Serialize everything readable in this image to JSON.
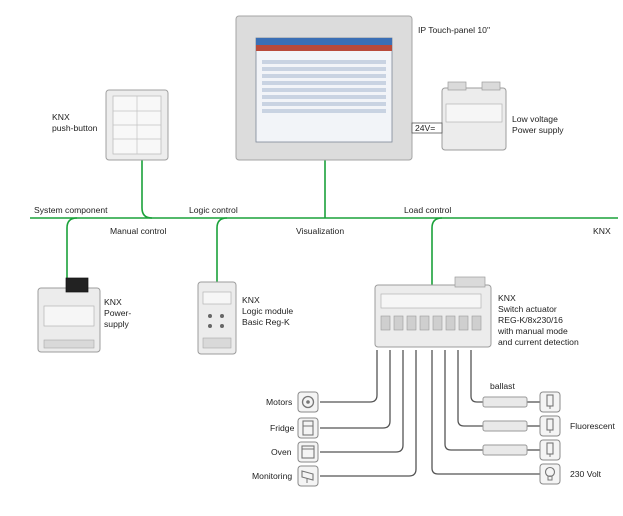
{
  "devices": {
    "touch_panel": {
      "label": "IP Touch-panel 10\""
    },
    "push_button": {
      "label_line1": "KNX",
      "label_line2": "push-button"
    },
    "power_supply_lv": {
      "label_line1": "Low voltage",
      "label_line2": "Power supply",
      "voltage": "24V="
    },
    "knx_power_supply": {
      "label_line1": "KNX",
      "label_line2": "Power-",
      "label_line3": "supply"
    },
    "logic_module": {
      "label_line1": "KNX",
      "label_line2": "Logic module",
      "label_line3": "Basic Reg-K"
    },
    "switch_actuator": {
      "label_line1": "KNX",
      "label_line2": "Switch actuator",
      "label_line3": "REG-K/8x230/16",
      "label_line4": "with manual mode",
      "label_line5": "and current detection"
    }
  },
  "bus_labels": {
    "system_component": "System component",
    "logic_control": "Logic control",
    "load_control": "Load control",
    "manual_control": "Manual control",
    "visualization": "Visualization",
    "knx": "KNX"
  },
  "loads": {
    "motors": "Motors",
    "fridge": "Fridge",
    "oven": "Oven",
    "monitoring": "Monitoring",
    "ballast": "ballast",
    "fluorescent": "Fluorescent",
    "volt230": "230 Volt"
  },
  "colors": {
    "bus": "#1aa23a",
    "wire": "#555555",
    "screen": "#3b6fb5"
  }
}
